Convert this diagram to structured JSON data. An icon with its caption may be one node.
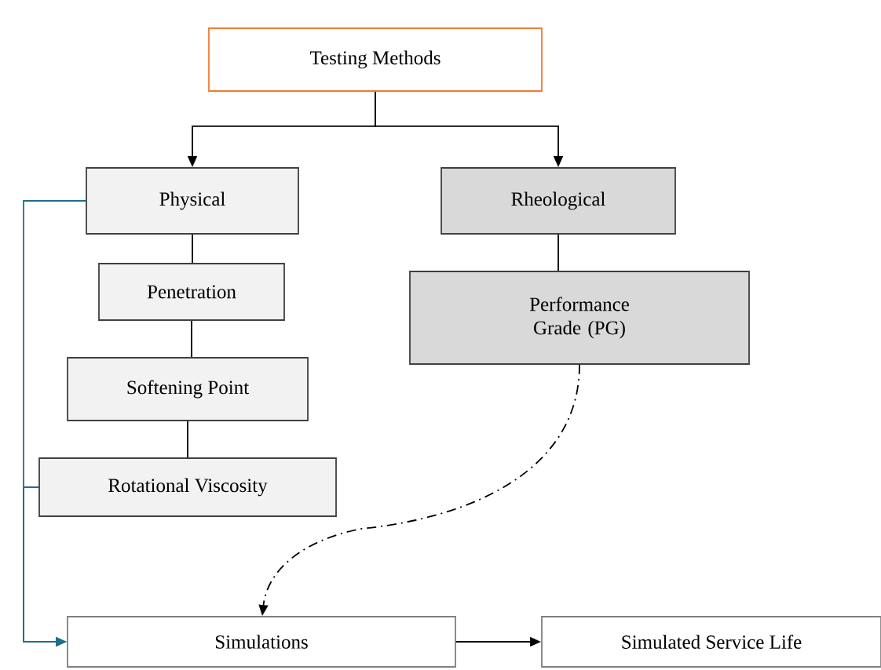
{
  "diagram": {
    "nodes": [
      {
        "text": [
          "Testing Methods"
        ]
      },
      {
        "text": [
          "Physical"
        ]
      },
      {
        "text": [
          "Rheological"
        ]
      },
      {
        "text": [
          "Penetration"
        ]
      },
      {
        "text": [
          "Softening Point"
        ]
      },
      {
        "text": [
          "Rotational Viscosity"
        ]
      },
      {
        "text": [
          "Performance Grade (PG)"
        ]
      },
      {
        "text": [
          "Simulations"
        ]
      },
      {
        "text": [
          "Simulated Service Life"
        ]
      }
    ],
    "edges": [
      {
        "from": 0,
        "to": 1,
        "arrow": "to"
      },
      {
        "from": 0,
        "to": 2,
        "arrow": "to"
      },
      {
        "from": 1,
        "to": 3,
        "arrow": "none"
      },
      {
        "from": 3,
        "to": 4,
        "arrow": "none"
      },
      {
        "from": 4,
        "to": 5,
        "arrow": "none"
      },
      {
        "from": 2,
        "to": 6,
        "arrow": "none"
      },
      {
        "from": 1,
        "to": 7,
        "arrow": "to",
        "color": "#1f6f8b"
      },
      {
        "from": 5,
        "to": 7,
        "arrow": "to",
        "color": "#1f6f8b"
      },
      {
        "from": 6,
        "to": 7,
        "arrow": "to",
        "style": "dashed"
      },
      {
        "from": 7,
        "to": 8,
        "arrow": "to"
      }
    ]
  }
}
